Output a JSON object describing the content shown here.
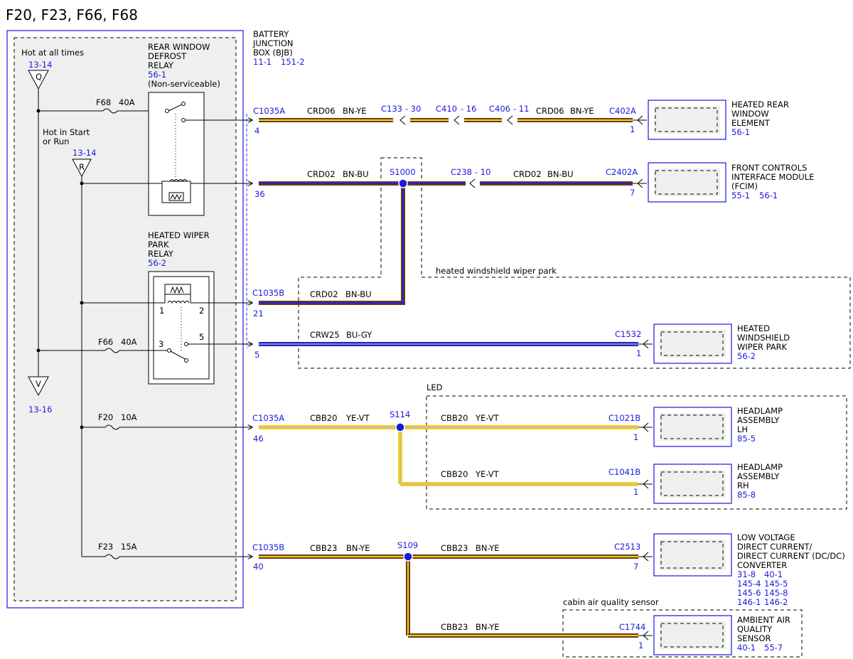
{
  "title": "F20, F23, F66, F68",
  "bjb": {
    "l1": "BATTERY",
    "l2": "JUNCTION",
    "l3": "BOX (BJB)",
    "ref1": "11-1",
    "ref2": "151-2"
  },
  "hot_all": "Hot at all times",
  "hot_start1": "Hot in Start",
  "hot_start2": "or Run",
  "ref_q": "13-14",
  "ref_r": "13-14",
  "ref_v": "13-16",
  "sym_q": "Q",
  "sym_r": "R",
  "sym_v": "V",
  "defrost_relay": {
    "l1": "REAR WINDOW",
    "l2": "DEFROST",
    "l3": "RELAY",
    "ref": "56-1",
    "note": "(Non-serviceable)"
  },
  "wiper_relay": {
    "l1": "HEATED WIPER",
    "l2": "PARK",
    "l3": "RELAY",
    "ref": "56-2",
    "p1": "1",
    "p2": "2",
    "p3": "3",
    "p5": "5"
  },
  "fuses": {
    "f68": "F68",
    "f68a": "40A",
    "f66": "F66",
    "f66a": "40A",
    "f20": "F20",
    "f20a": "10A",
    "f23": "F23",
    "f23a": "15A"
  },
  "wires": {
    "w1": {
      "conn": "C1035A",
      "pin": "4",
      "circuit": "CRD06",
      "color": "BN-YE",
      "c2": "C133",
      "c2p": "- 30",
      "c3": "C410",
      "c3p": "- 16",
      "c4": "C406",
      "c4p": "- 11",
      "circuit2": "CRD06",
      "color2": "BN-YE",
      "endconn": "C402A",
      "endpin": "1"
    },
    "w2": {
      "conn": "",
      "pin": "36",
      "circuit": "CRD02",
      "color": "BN-BU",
      "splice": "S1000",
      "c2": "C238",
      "c2p": "- 10",
      "circuit2": "CRD02",
      "color2": "BN-BU",
      "endconn": "C2402A",
      "endpin": "7"
    },
    "w3": {
      "conn": "C1035B",
      "pin": "21",
      "circuit": "CRD02",
      "color": "BN-BU"
    },
    "w4": {
      "pin": "5",
      "circuit": "CRW25",
      "color": "BU-GY",
      "endconn": "C1532",
      "endpin": "1"
    },
    "w5": {
      "conn": "C1035A",
      "pin": "46",
      "circuit": "CBB20",
      "color": "YE-VT",
      "splice": "S114",
      "circuit2": "CBB20",
      "color2": "YE-VT",
      "endconn": "C1021B",
      "endpin": "1"
    },
    "w6": {
      "circuit": "CBB20",
      "color": "YE-VT",
      "endconn": "C1041B",
      "endpin": "1"
    },
    "w7": {
      "conn": "C1035B",
      "pin": "40",
      "circuit": "CBB23",
      "color": "BN-YE",
      "splice": "S109",
      "circuit2": "CBB23",
      "color2": "BN-YE",
      "endconn": "C2513",
      "endpin": "7"
    },
    "w8": {
      "circuit": "CBB23",
      "color": "BN-YE",
      "endconn": "C1744",
      "endpin": "1"
    }
  },
  "groups": {
    "wiper_park": "heated windshield wiper park",
    "led": "LED",
    "cabin": "cabin air quality sensor"
  },
  "components": {
    "rear": {
      "l1": "HEATED REAR",
      "l2": "WINDOW",
      "l3": "ELEMENT",
      "r1": "56-1"
    },
    "fcim": {
      "l1": "FRONT CONTROLS",
      "l2": "INTERFACE MODULE",
      "l3": "(FCIM)",
      "r1": "55-1",
      "r2": "56-1"
    },
    "wiper": {
      "l1": "HEATED",
      "l2": "WINDSHIELD",
      "l3": "WIPER PARK",
      "r1": "56-2"
    },
    "hl_lh": {
      "l1": "HEADLAMP",
      "l2": "ASSEMBLY",
      "l3": "LH",
      "r1": "85-5"
    },
    "hl_rh": {
      "l1": "HEADLAMP",
      "l2": "ASSEMBLY",
      "l3": "RH",
      "r1": "85-8"
    },
    "dcdc": {
      "l1": "LOW VOLTAGE",
      "l2": "DIRECT CURRENT/",
      "l3": "DIRECT CURRENT (DC/DC)",
      "l4": "CONVERTER",
      "r1": "31-8",
      "r2": "40-1",
      "r3": "145-4",
      "r4": "145-5",
      "r5": "145-6",
      "r6": "145-8",
      "r7": "146-1",
      "r8": "146-2"
    },
    "aaqs": {
      "l1": "AMBIENT AIR",
      "l2": "QUALITY",
      "l3": "SENSOR",
      "r1": "40-1",
      "r2": "55-7"
    }
  },
  "colors": {
    "bn": "#6b3a17",
    "ye": "#f2d21a",
    "bu": "#2020e0",
    "gy": "#8a8a8a",
    "vt": "#9b59b6",
    "accent": "#1a1adc"
  }
}
